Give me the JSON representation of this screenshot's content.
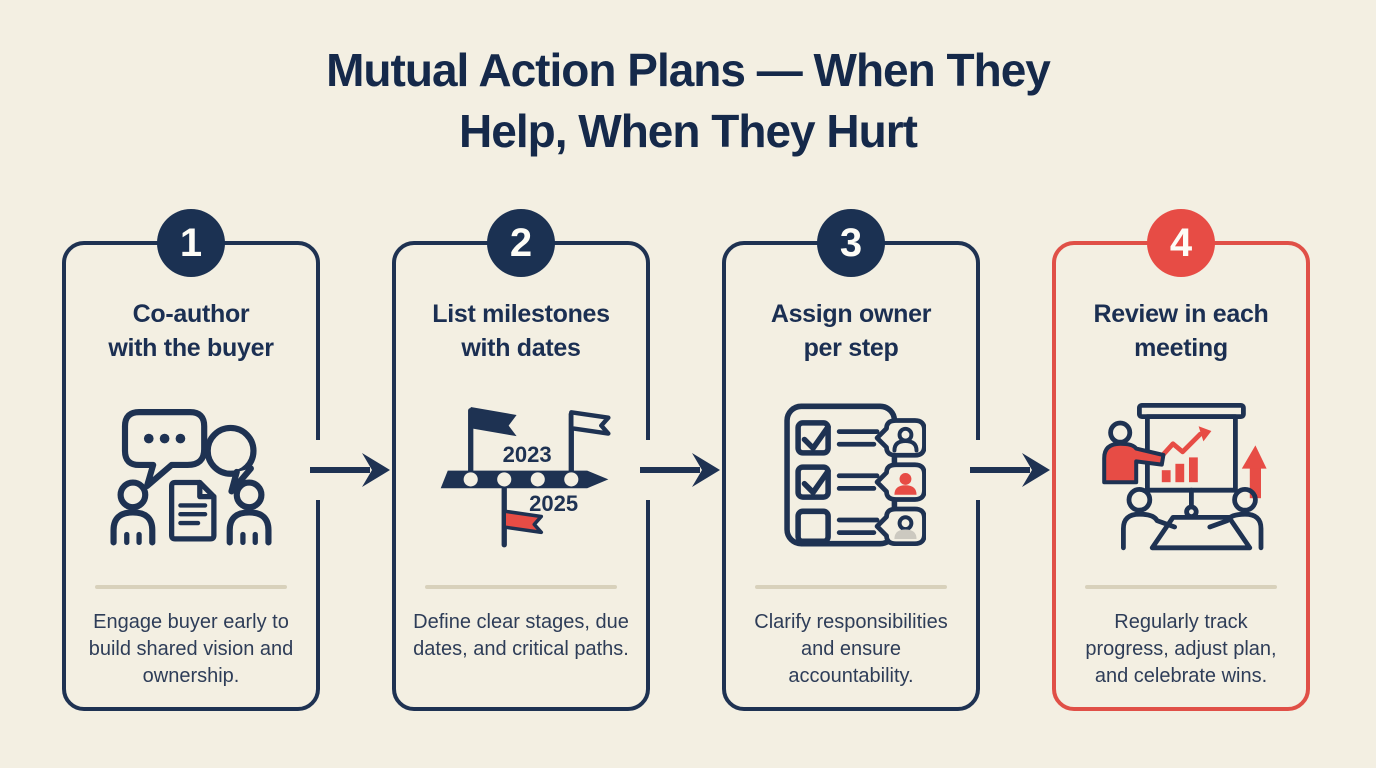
{
  "title": {
    "line1": "Mutual Action Plans — When They",
    "line2": "Help, When They Hurt"
  },
  "colors": {
    "background": "#f3efe2",
    "navy": "#1e3252",
    "red": "#e74c45",
    "divider": "#d8d1bb",
    "badge_text": "#ffffff"
  },
  "steps": [
    {
      "number": "1",
      "title_line1": "Co-author",
      "title_line2": "with the buyer",
      "description": "Engage buyer early to build shared vision and ownership.",
      "icon": "conversation-co-author-icon",
      "accent": "navy"
    },
    {
      "number": "2",
      "title_line1": "List milestones",
      "title_line2": "with dates",
      "description": "Define clear stages, due dates, and critical paths.",
      "icon": "timeline-flags-icon",
      "accent": "navy",
      "timeline": {
        "start_year": "2023",
        "end_year": "2025"
      }
    },
    {
      "number": "3",
      "title_line1": "Assign owner",
      "title_line2": "per step",
      "description": "Clarify responsibilities and ensure accountability.",
      "icon": "checklist-owners-icon",
      "accent": "navy"
    },
    {
      "number": "4",
      "title_line1": "Review in each",
      "title_line2": "meeting",
      "description": "Regularly track progress, adjust plan, and celebrate wins.",
      "icon": "meeting-review-icon",
      "accent": "red"
    }
  ],
  "connectors": [
    "arrow-right",
    "arrow-right",
    "arrow-right"
  ]
}
